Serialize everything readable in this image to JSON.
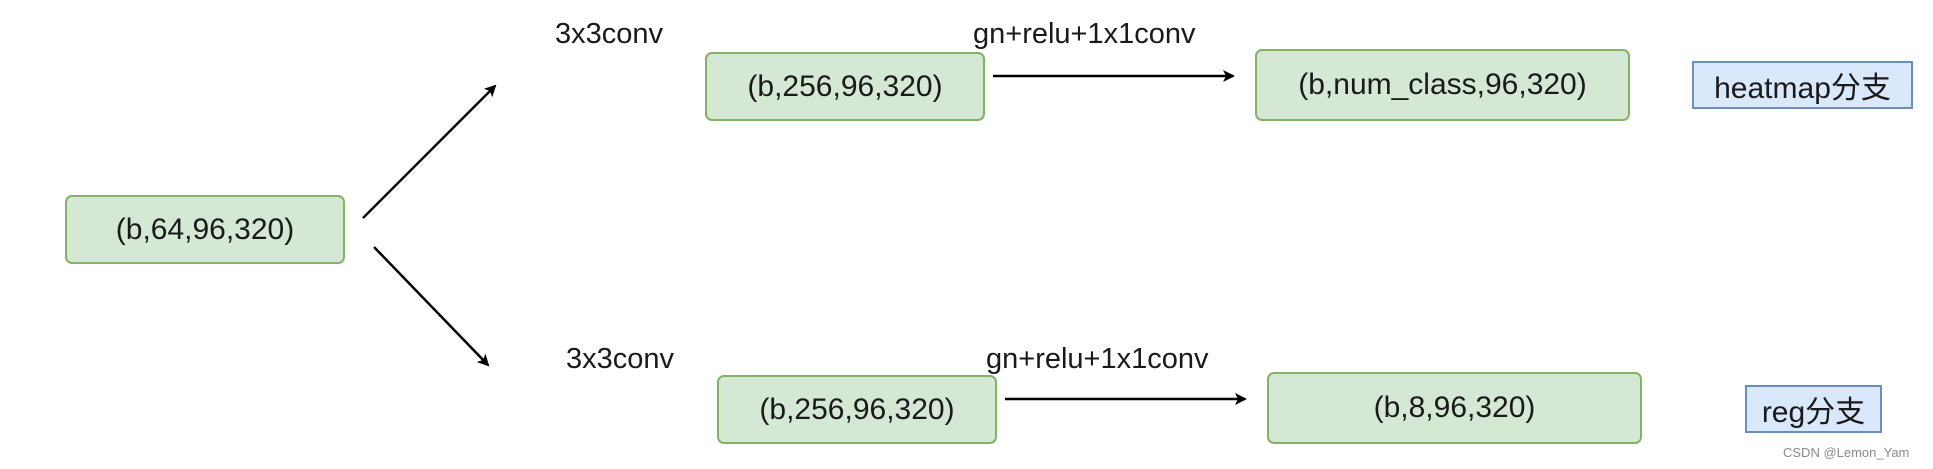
{
  "nodes": {
    "input": "(b,64,96,320)",
    "top_mid": "(b,256,96,320)",
    "top_out": "(b,num_class,96,320)",
    "bottom_mid": "(b,256,96,320)",
    "bottom_out": "(b,8,96,320)"
  },
  "labels": {
    "top_conv": "3x3conv",
    "top_head": "gn+relu+1x1conv",
    "bottom_conv": "3x3conv",
    "bottom_head": "gn+relu+1x1conv"
  },
  "branches": {
    "heatmap": "heatmap分支",
    "reg": "reg分支"
  },
  "watermark": "CSDN @Lemon_Yam",
  "colors": {
    "node_fill": "#d5e8d4",
    "node_border": "#82b366",
    "tag_fill": "#dae8fc",
    "tag_border": "#6c8ebf",
    "edge": "#000000"
  }
}
